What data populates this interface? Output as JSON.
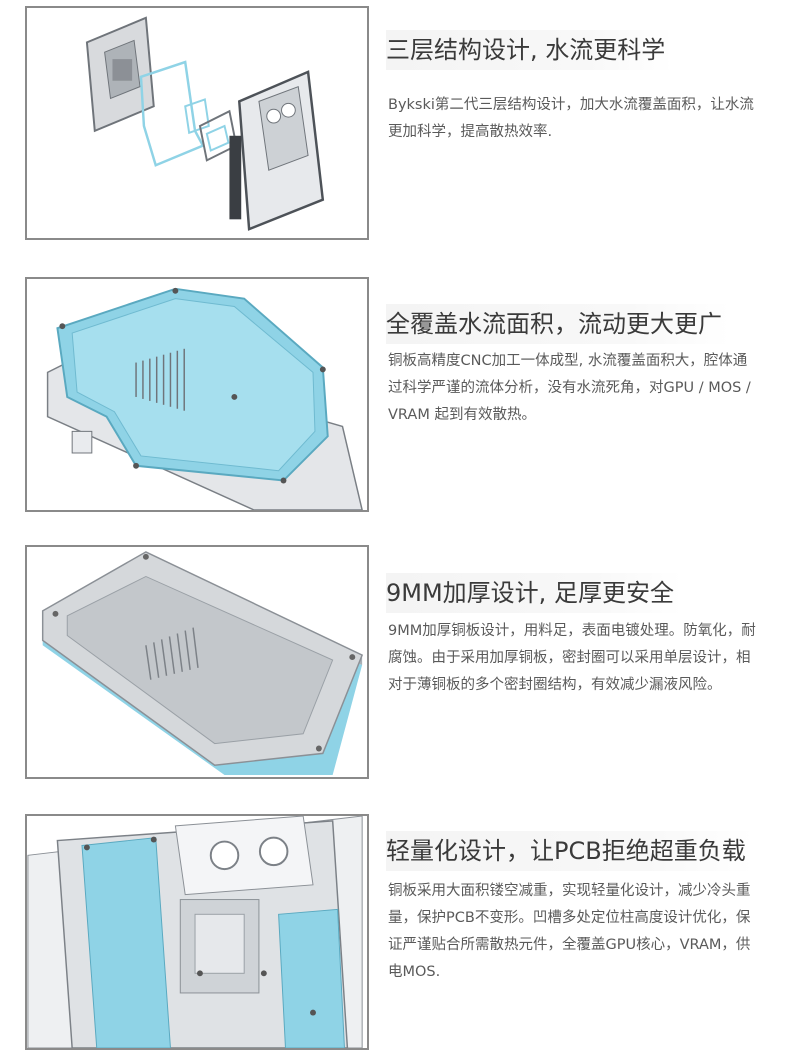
{
  "features": [
    {
      "title": "三层结构设计, 水流更科学",
      "desc": "Bykski第二代三层结构设计，加大水流覆盖面积，让水流更加科学，提高散热效率."
    },
    {
      "title": "全覆盖水流面积，流动更大更广",
      "desc": "铜板高精度CNC加工一体成型, 水流覆盖面积大，腔体通过科学严谨的流体分析，没有水流死角，对GPU / MOS / VRAM 起到有效散热。"
    },
    {
      "title": "9MM加厚设计, 足厚更安全",
      "desc": "9MM加厚铜板设计，用料足，表面电镀处理。防氧化，耐腐蚀。由于采用加厚铜板，密封圈可以采用单层设计，相对于薄铜板的多个密封圈结构，有效减少漏液风险。"
    },
    {
      "title": "轻量化设计，让PCB拒绝超重负载",
      "desc": "铜板采用大面积镂空减重，实现轻量化设计，减少冷头重量，保护PCB不变形。凹槽多处定位柱高度设计优化，保证严谨贴合所需散热元件，全覆盖GPU核心，VRAM，供电MOS."
    }
  ],
  "colors": {
    "accent": "#8fd3e6",
    "frame": "#8a8a8a",
    "metal": "#c9ccd0"
  }
}
